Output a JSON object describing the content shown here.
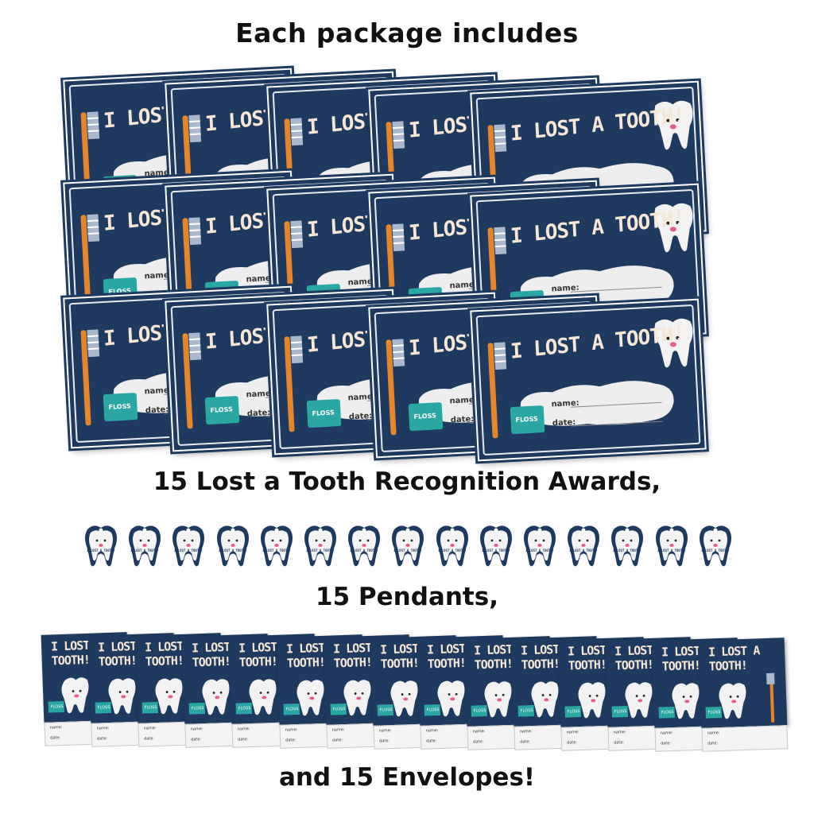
{
  "headings": {
    "top": "Each package includes",
    "awards": "15 Lost a Tooth Recognition Awards,",
    "pendants": "15 Pendants,",
    "envelopes": "and 15 Envelopes!"
  },
  "award_card": {
    "title": "I LOST A TOOTH!",
    "floss_label": "FLOSS",
    "name_label": "name:",
    "date_label": "date:",
    "count": 15
  },
  "pendant": {
    "text": "I LOST A TOOTH!",
    "count": 15
  },
  "envelope": {
    "title_line1": "I LOST A",
    "title_line2": "TOOTH!",
    "floss_label": "FLOSS",
    "name_label": "name:",
    "date_label": "date:",
    "count": 15
  },
  "colors": {
    "navy": "#1e3a60",
    "orange": "#e8852a",
    "teal": "#2aa7a4",
    "cream": "#f6e7d6",
    "pink": "#e85b86"
  }
}
